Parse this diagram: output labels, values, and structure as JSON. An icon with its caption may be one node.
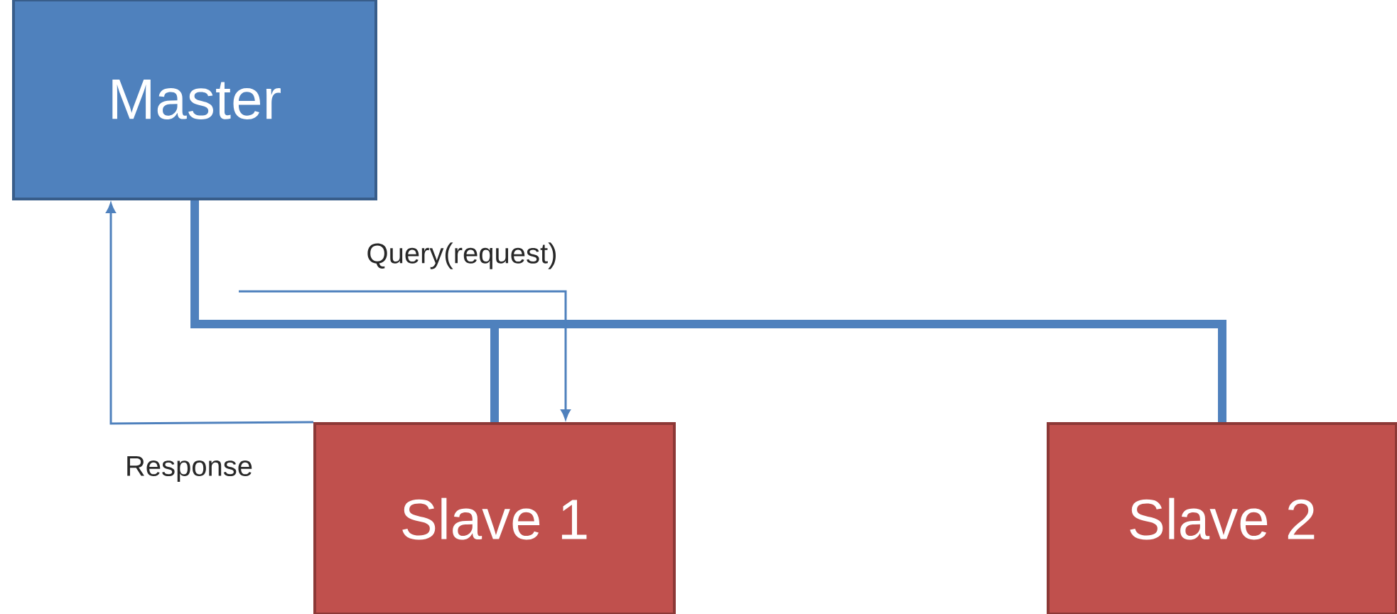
{
  "diagram": {
    "nodes": [
      {
        "text": [
          "Master"
        ]
      },
      {
        "text": [
          "Slave 1"
        ]
      },
      {
        "text": [
          "Slave 2"
        ]
      }
    ],
    "edges": [
      {
        "from": 0,
        "to": 1,
        "arrow": "none",
        "style": "thick"
      },
      {
        "from": 0,
        "to": 2,
        "arrow": "none",
        "style": "thick"
      },
      {
        "from": null,
        "to": 1,
        "arrow": "to",
        "label": "Query(request)"
      },
      {
        "from": 1,
        "to": 0,
        "arrow": "to",
        "label": "Response"
      }
    ]
  }
}
